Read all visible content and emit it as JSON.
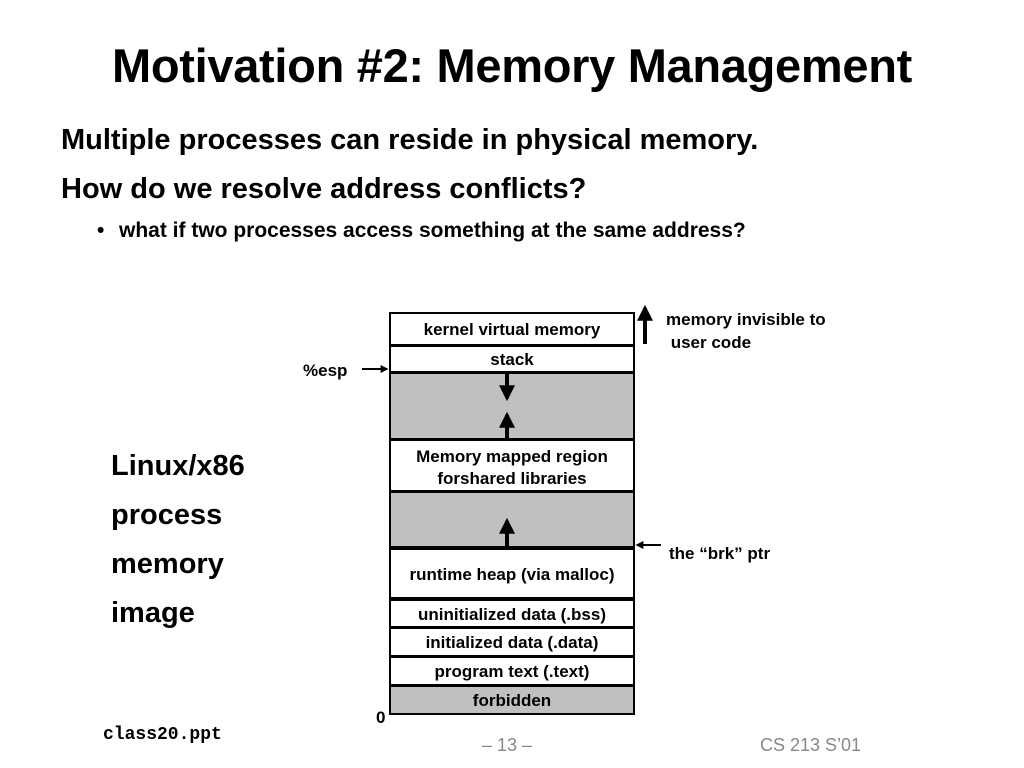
{
  "slide": {
    "title": "Motivation #2: Memory Management",
    "line1": "Multiple processes can reside in physical memory.",
    "line2": "How do we resolve address conflicts?",
    "bullet": "what if two processes access something at the same address?",
    "bullet_mark": "•",
    "side_label": [
      "Linux/x86",
      "process",
      "memory",
      "image"
    ]
  },
  "diagram": {
    "segments": {
      "kernel": "kernel virtual memory",
      "stack": "stack",
      "mmap_line1": "Memory mapped region",
      "mmap_line2": "forshared libraries",
      "heap": "runtime heap (via malloc)",
      "bss": "uninitialized data (.bss)",
      "data": "initialized data (.data)",
      "text": "program text (.text)",
      "forbidden": "forbidden"
    },
    "annotations": {
      "invisible_line1": "memory invisible to",
      "invisible_line2": " user code",
      "esp": "%esp",
      "brk": "the “brk” ptr",
      "zero": "0"
    },
    "gray_color": "#c0c0c0"
  },
  "footer": {
    "file": "class20.ppt",
    "page": "– 13 –",
    "course": "CS 213 S’01"
  }
}
